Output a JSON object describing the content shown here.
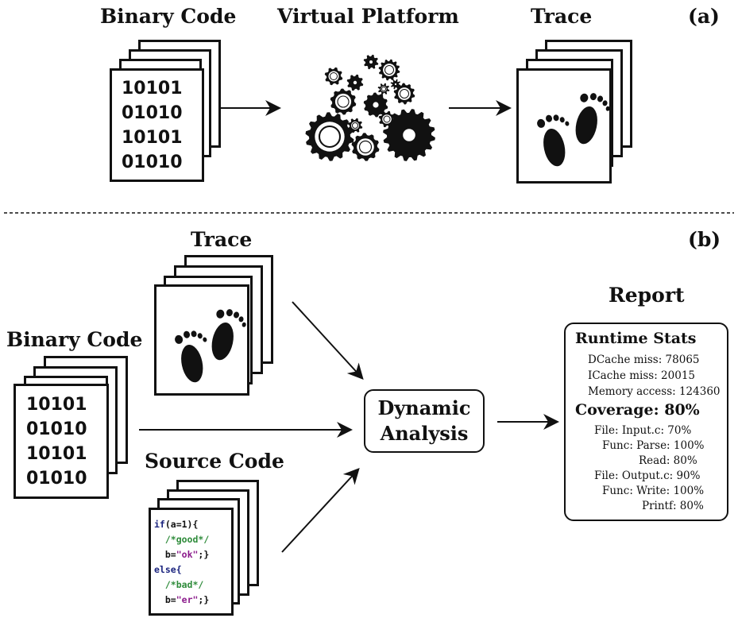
{
  "panel_a": {
    "label": "(a)",
    "binary_title": "Binary Code",
    "platform_title": "Virtual Platform",
    "trace_title": "Trace",
    "binary_lines": "10101\n01010\n10101\n01010"
  },
  "panel_b": {
    "label": "(b)",
    "trace_title": "Trace",
    "binary_title": "Binary Code",
    "source_title": "Source Code",
    "binary_lines": "10101\n01010\n10101\n01010",
    "source_code": {
      "l1_kw": "if",
      "l1_rest": "(a=1){",
      "l2_comment": "/*good*/",
      "l3_a": "b=",
      "l3_str": "\"ok\"",
      "l3_b": ";}",
      "l4_kw": "else",
      "l4_rest": "{",
      "l5_comment": "/*bad*/",
      "l6_a": "b=",
      "l6_str": "\"er\"",
      "l6_b": ";}"
    },
    "dynamic_analysis": "Dynamic\nAnalysis",
    "report_title": "Report",
    "report": {
      "runtime_title": "Runtime Stats",
      "dcache": "DCache miss: 78065",
      "icache": "ICache miss: 20015",
      "memory": "Memory access: 124360",
      "coverage_title": "Coverage: 80%",
      "file_input": "File: Input.c: 70%",
      "func_parse": "Func: Parse: 100%",
      "read": "Read: 80%",
      "file_output": "File: Output.c: 90%",
      "func_write": "Func: Write: 100%",
      "printf": "Printf: 80%"
    }
  },
  "colors": {
    "keyword": "#1a237e",
    "comment": "#2e8b3a",
    "string": "#8b1a8b"
  }
}
